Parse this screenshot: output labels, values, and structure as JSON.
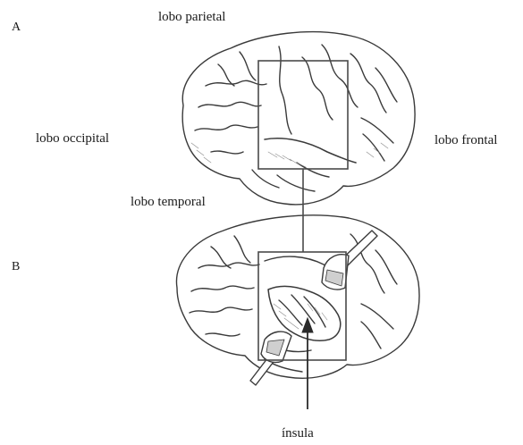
{
  "panels": [
    {
      "letter": "A",
      "labels": {
        "parietal": "lobo parietal",
        "occipital": "lobo occipital",
        "frontal": "lobo frontal",
        "temporal": "lobo temporal"
      }
    },
    {
      "letter": "B",
      "labels": {
        "insula": "ínsula"
      }
    }
  ],
  "colors": {
    "line": "#3a3a3a",
    "shading": "#8a8a8a",
    "background": "#ffffff"
  }
}
